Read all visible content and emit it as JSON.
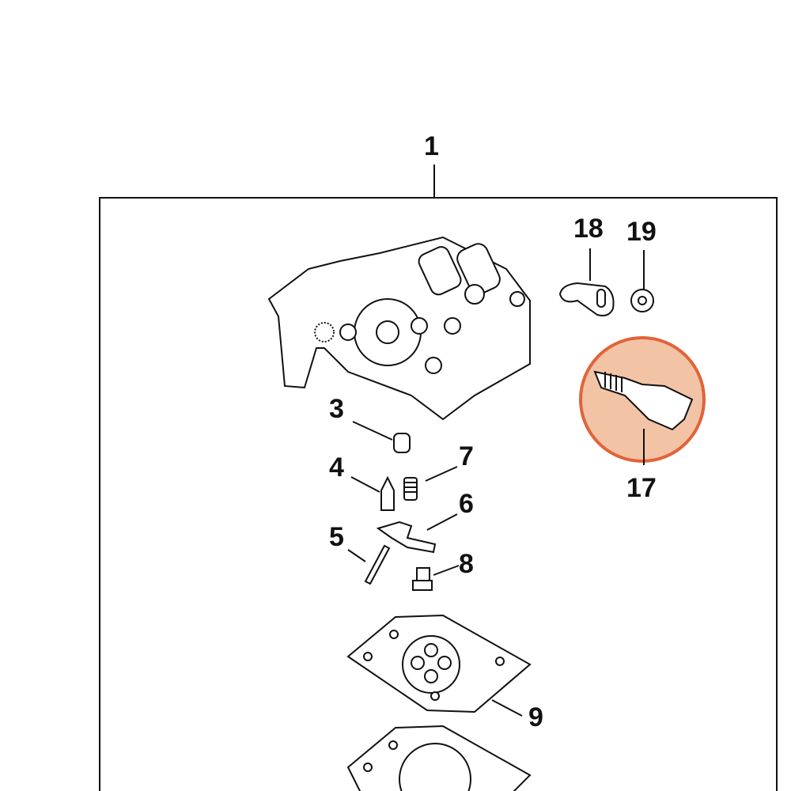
{
  "diagram": {
    "labels": {
      "p1": "1",
      "p3": "3",
      "p4": "4",
      "p5": "5",
      "p6": "6",
      "p7": "7",
      "p8": "8",
      "p9": "9",
      "p17": "17",
      "p18": "18",
      "p19": "19"
    },
    "highlighted_part": "17",
    "colors": {
      "highlight_fill": "#f3c3a6",
      "highlight_stroke": "#e0643a",
      "line": "#111111"
    }
  }
}
